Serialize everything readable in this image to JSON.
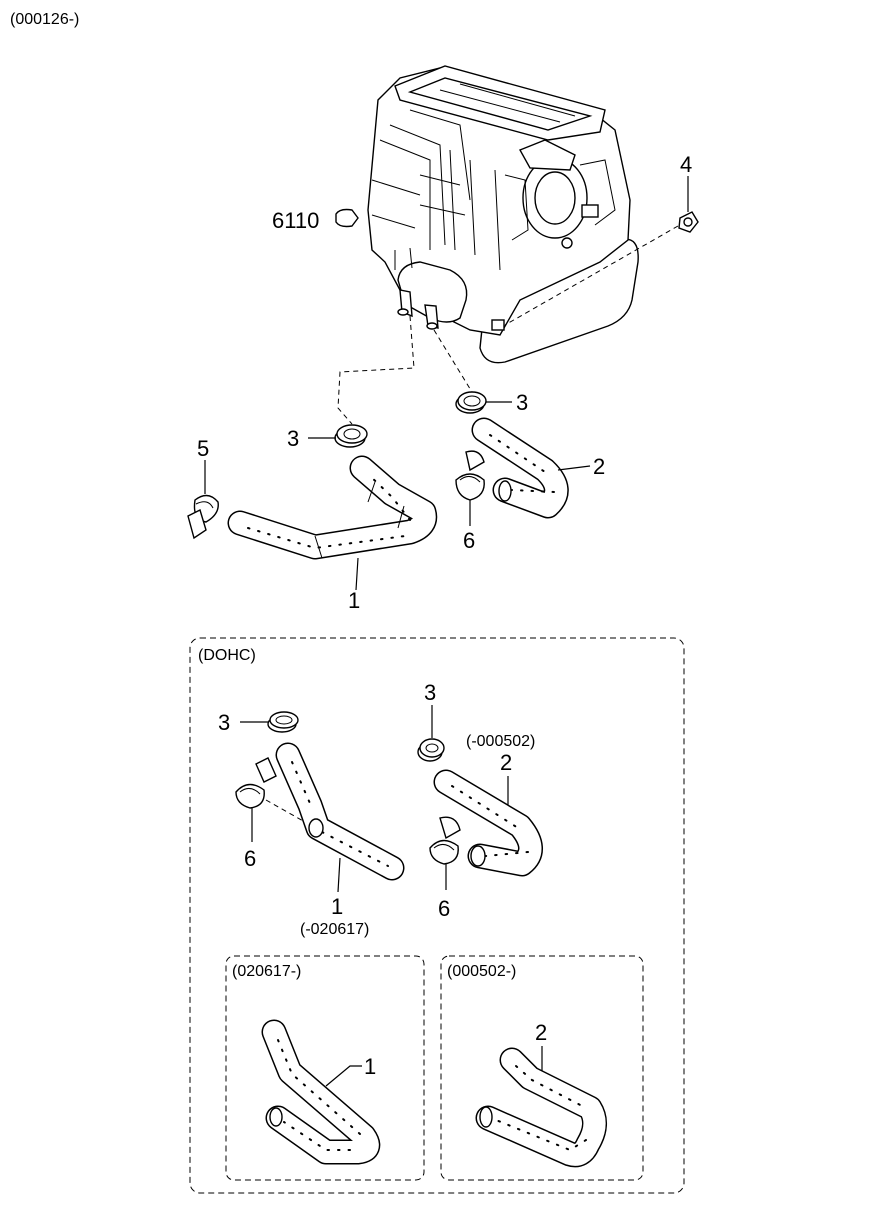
{
  "header": {
    "serial_range": "(000126-)"
  },
  "main_assembly": {
    "callouts": {
      "heater_unit": "6110",
      "grommet": "4",
      "clamp_upper": "3",
      "clamp_left": "3",
      "clip": "5",
      "inlet_hose": "1",
      "outlet_hose": "2",
      "hose_clamp": "6"
    }
  },
  "dohc_section": {
    "title": "(DOHC)",
    "callouts": {
      "clamp_left": "3",
      "clamp_right": "3",
      "hose_1": "1",
      "hose_1_range": "(-020617)",
      "hose_2": "2",
      "hose_2_range": "(-000502)",
      "clamp_6_left": "6",
      "clamp_6_right": "6"
    },
    "sub_left": {
      "title": "(020617-)",
      "callout": "1"
    },
    "sub_right": {
      "title": "(000502-)",
      "callout": "2"
    }
  },
  "colors": {
    "line": "#000000",
    "background": "#ffffff"
  }
}
